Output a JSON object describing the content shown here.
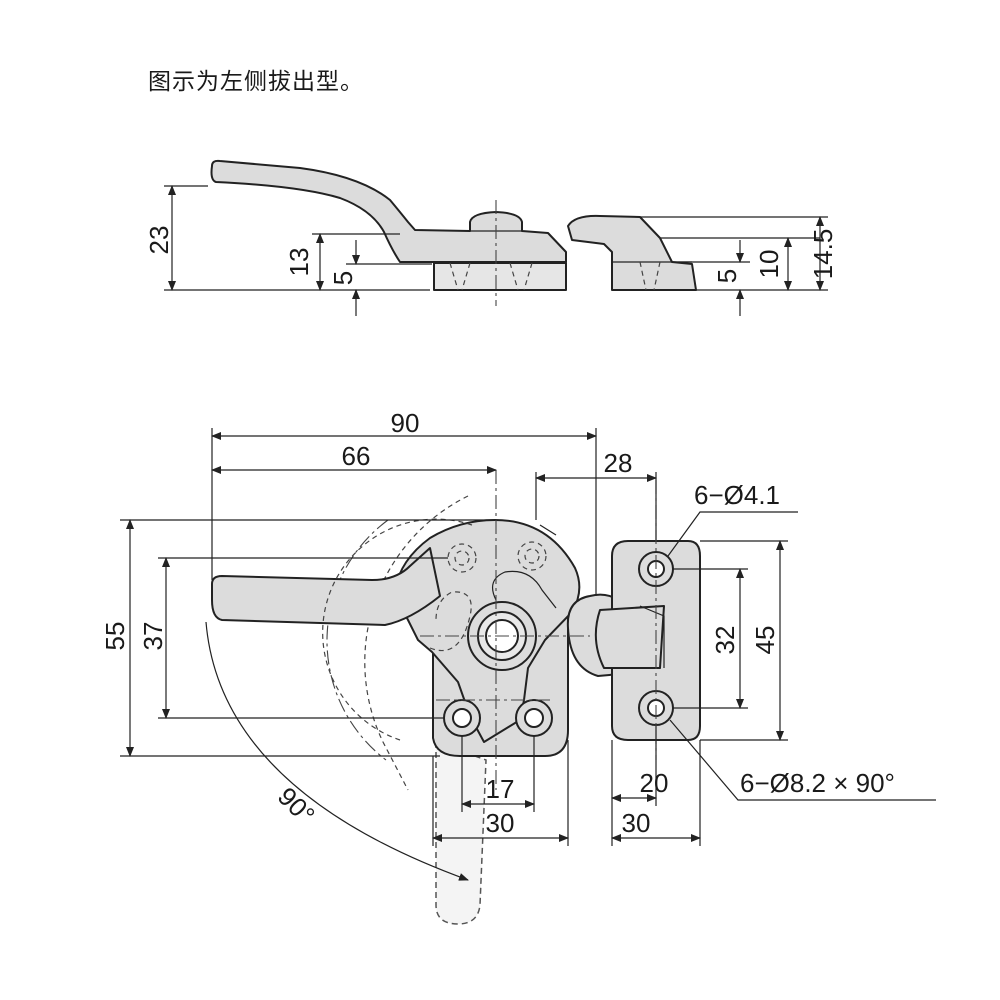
{
  "caption": "图示为左侧拔出型。",
  "side_view": {
    "dims": {
      "height_total": "23",
      "height_handle": "13",
      "base_left": "5",
      "base_right": "5",
      "keeper_height": "10",
      "keeper_total": "14.5"
    }
  },
  "top_view": {
    "dims": {
      "overall_length": "90",
      "handle_to_pivot": "66",
      "pivot_to_keeper": "28",
      "overall_height": "55",
      "handle_height": "37",
      "keeper_hole_pitch": "32",
      "keeper_height": "45",
      "base_hole_pitch": "17",
      "base_width": "30",
      "keeper_hole_x": "20",
      "keeper_width": "30",
      "angle": "90°"
    },
    "callouts": {
      "small_holes": "6−Ø4.1",
      "countersunk_holes": "6−Ø8.2 × 90°"
    }
  }
}
